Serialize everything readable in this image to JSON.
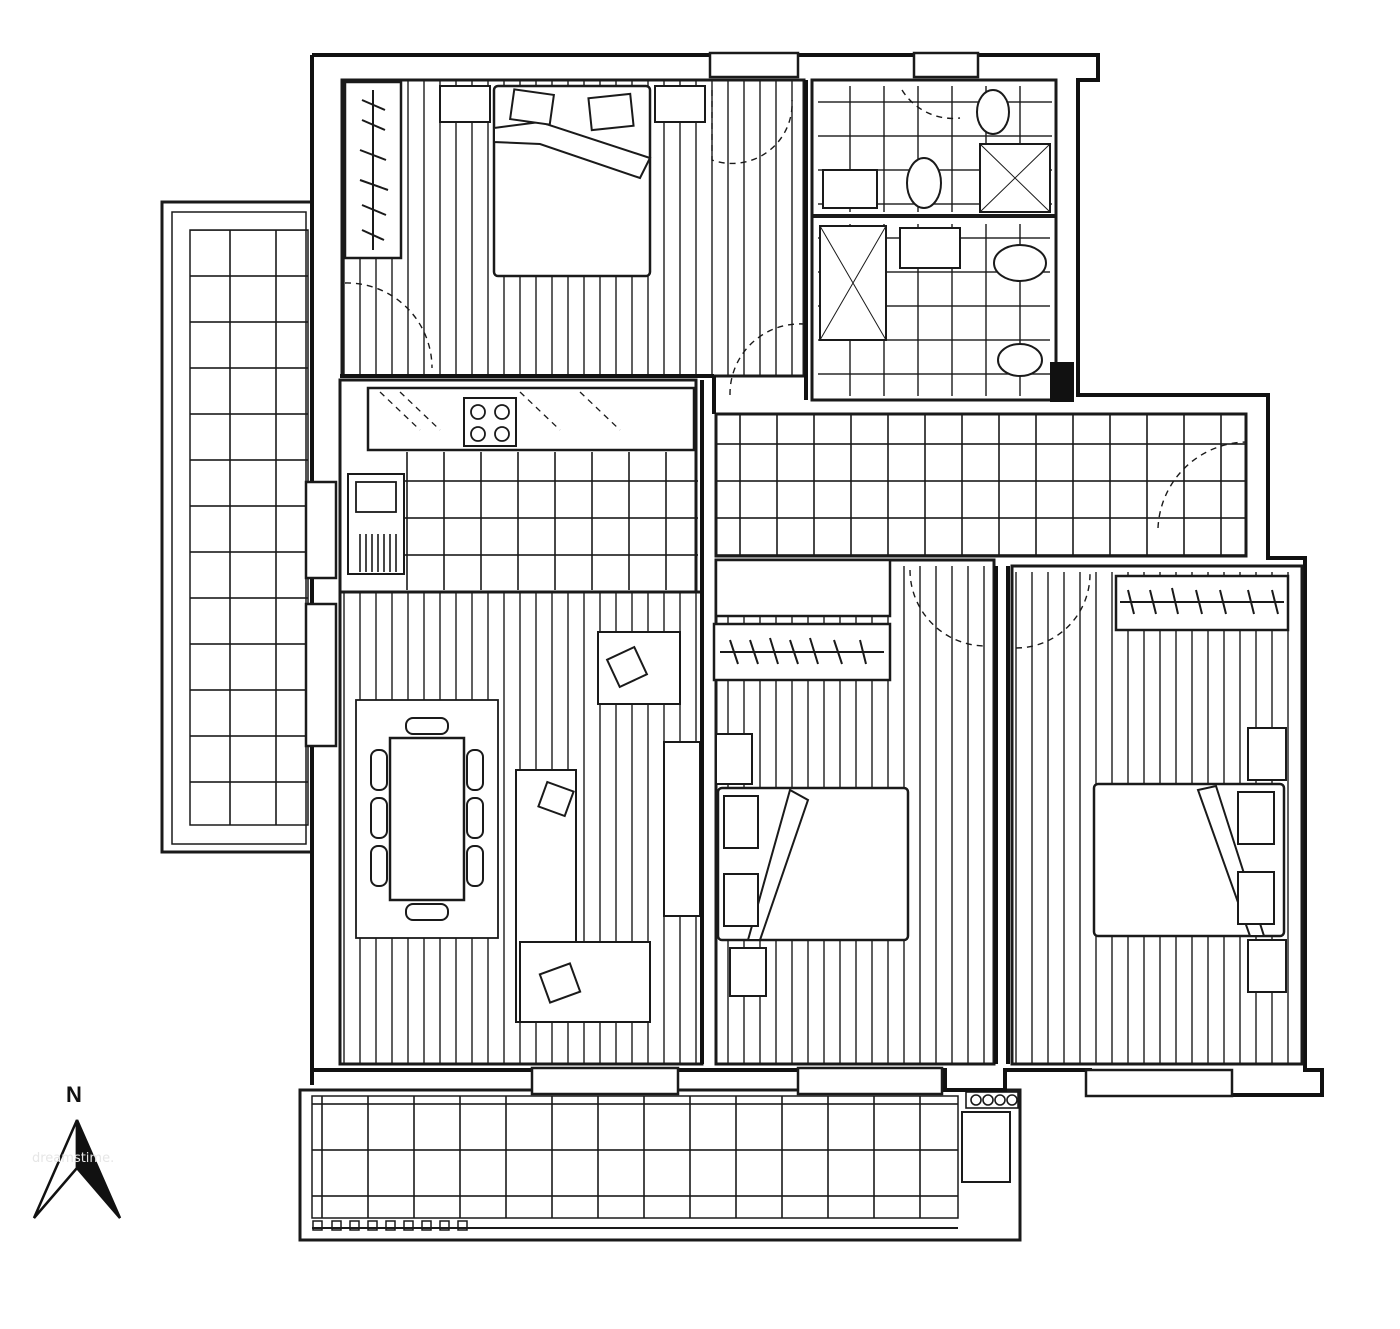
{
  "compass": {
    "label": "N"
  },
  "watermark": {
    "text": "dreamstime."
  },
  "colors": {
    "ink": "#1a1a1a",
    "paper": "#ffffff",
    "wall": "#111111"
  },
  "legend_icons": {
    "hatch": "floorboards",
    "grid": "tiles",
    "compass": "north-arrow-icon"
  }
}
